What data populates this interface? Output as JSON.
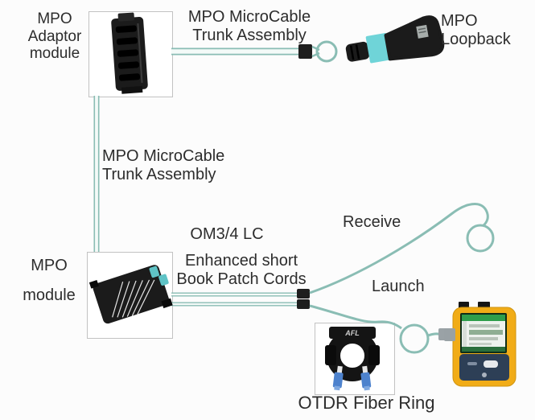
{
  "colors": {
    "background": "#fcfcfc",
    "text": "#2d2d2d",
    "box_border": "#c2c2c2",
    "cable": "#8abdb4",
    "cable_core": "#f4faf8",
    "clamp": "#1e1e1e",
    "device_black": "#1b1b1b",
    "loopback_band": "#6fd4d8",
    "module_connector_teal": "#5fc3c6",
    "ring_black": "#141414",
    "ring_connector_blue": "#4d82cd",
    "otdr_yellow": "#f1ac17",
    "otdr_panel": "#2d3f56",
    "otdr_screen_green": "#2e9e4b",
    "otdr_screen_bg": "#eef2ee"
  },
  "labels": {
    "adaptor_module": {
      "line1": "MPO",
      "line2": "Adaptor",
      "line3": "module"
    },
    "trunk_top": {
      "line1": "MPO MicroCable",
      "line2": "Trunk Assembly"
    },
    "loopback": {
      "line1": "MPO",
      "line2": "Loopback"
    },
    "trunk_mid": {
      "line1": "MPO MicroCable",
      "line2": "Trunk Assembly"
    },
    "mpo_module": {
      "line1": "MPO",
      "line2": "module"
    },
    "patch_cords": {
      "line1": "OM3/4 LC",
      "line2": "Enhanced short",
      "line3": "Book Patch Cords"
    },
    "receive": "Receive",
    "launch": "Launch",
    "otdr_fiber_ring": "OTDR Fiber Ring",
    "ring_brand": "AFL"
  }
}
